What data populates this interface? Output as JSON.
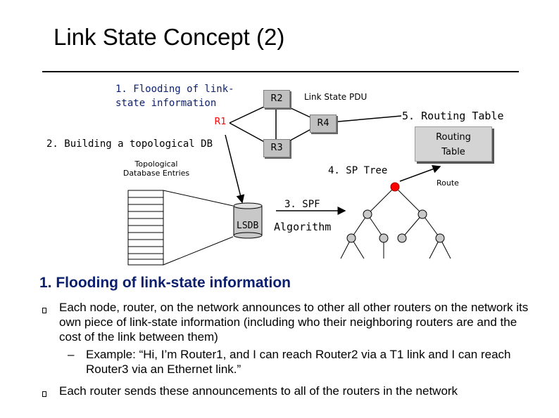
{
  "title": "Link State Concept (2)",
  "diagram": {
    "step1_line1": "1. Flooding of link-",
    "step1_line2": "state information",
    "step2": "2. Building a topological DB",
    "topo_line1": "Topological",
    "topo_line2": "Database Entries",
    "lsdb": "LSDB",
    "step3": "3. SPF",
    "algorithm": "Algorithm",
    "step4": "4. SP Tree",
    "step5": "5. Routing Table",
    "pdu": "Link State PDU",
    "routers": {
      "r1": "R1",
      "r2": "R2",
      "r3": "R3",
      "r4": "R4"
    },
    "routing_table_line1": "Routing",
    "routing_table_line2": "Table",
    "route": "Route"
  },
  "content": {
    "heading": "1. Flooding of link-state information",
    "bullet1": "Each node, router, on the network announces to other all other routers on the network its own piece of link-state information (including who their neighboring routers are and the cost of the link between them)",
    "sub_dash": "–",
    "sub_bullet": "Example: “Hi, I’m Router1, and I can reach Router2 via a T1 link and I can reach Router3 via an Ethernet link.”",
    "bullet2": "Each router sends these announcements to all of the routers in the network"
  },
  "colors": {
    "heading": "#0b1f6e",
    "router_label": "#ff0000",
    "spt_root": "#ff0000",
    "router_fill": "#c0c0c0"
  }
}
